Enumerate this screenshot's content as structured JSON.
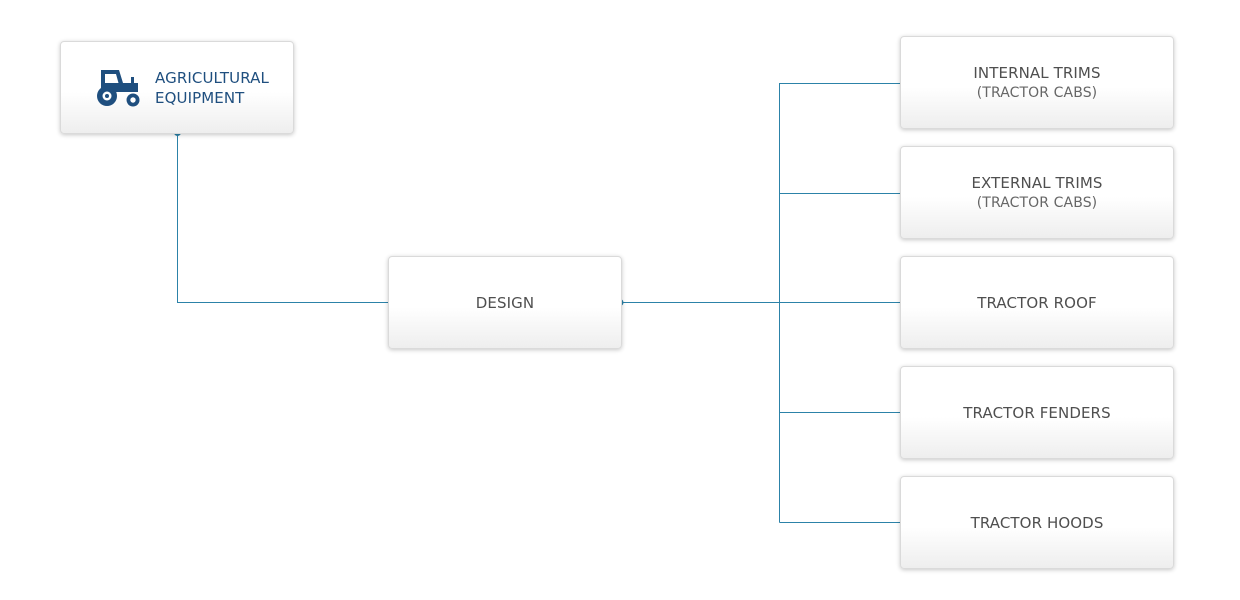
{
  "diagram": {
    "colors": {
      "connector": "#2c82a8",
      "root_text": "#1f4f7f",
      "node_text": "#4f4f4f",
      "icon": "#1f4f7f"
    },
    "root": {
      "icon": "tractor-icon",
      "line1": "AGRICULTURAL",
      "line2": "EQUIPMENT"
    },
    "design": {
      "label": "DESIGN"
    },
    "children": [
      {
        "line1": "INTERNAL TRIMS",
        "line2": "(TRACTOR CABS)"
      },
      {
        "line1": "EXTERNAL TRIMS",
        "line2": "(TRACTOR CABS)"
      },
      {
        "line1": "TRACTOR ROOF",
        "line2": ""
      },
      {
        "line1": "TRACTOR FENDERS",
        "line2": ""
      },
      {
        "line1": "TRACTOR HOODS",
        "line2": ""
      }
    ]
  }
}
